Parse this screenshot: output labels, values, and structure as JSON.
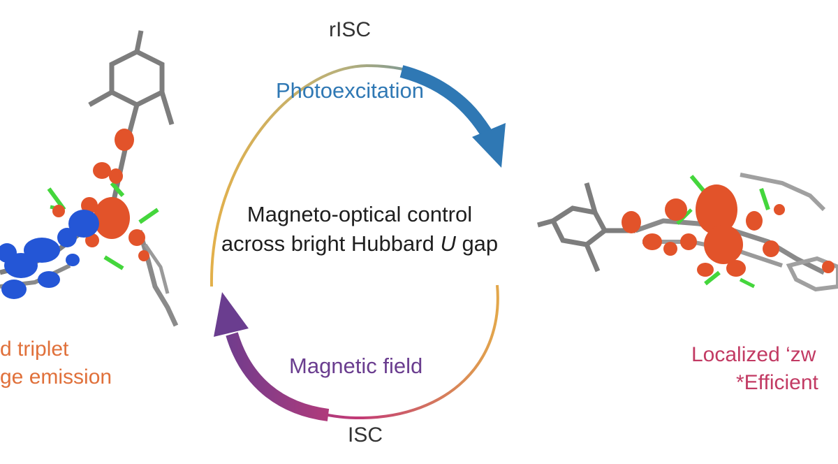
{
  "cycle": {
    "top_label": "rISC",
    "bottom_label": "ISC",
    "upper_arrow_label": "Photoexcitation",
    "lower_arrow_label": "Magnetic field"
  },
  "center": {
    "line1": "Magneto-optical control",
    "line2_prefix": "across bright Hubbard ",
    "line2_italic": "U",
    "line2_suffix": " gap"
  },
  "left_caption": {
    "line1": "d triplet",
    "line2": "ge emission"
  },
  "right_caption": {
    "line1": "Localized ‘zw",
    "line2": "*Efficient"
  },
  "colors": {
    "photoexcitation": "#2f78b4",
    "magnetic_field": "#6a3d8f",
    "arc_gold": "#d9a94a",
    "arc_pink": "#c23a76",
    "left_caption": "#e0703a",
    "right_caption": "#c23a63",
    "orbital_red": "#e2532a",
    "orbital_blue": "#2456d6",
    "bond_gray": "#7d7d7d",
    "fluorine_green": "#44d63c"
  }
}
